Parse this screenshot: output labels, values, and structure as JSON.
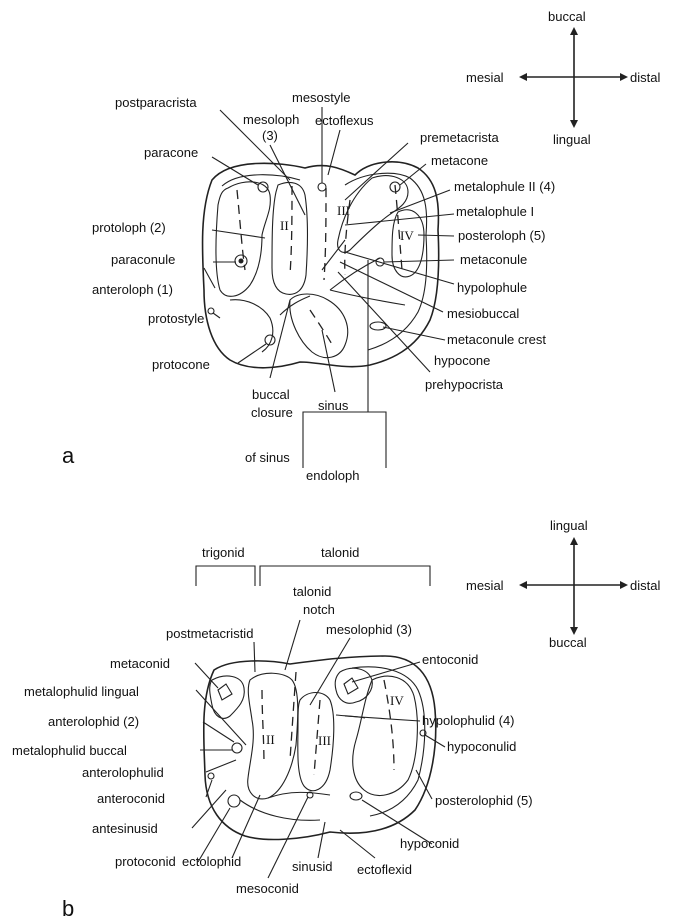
{
  "figure_a": {
    "panel_label": "a",
    "compass": {
      "top": "buccal",
      "left": "mesial",
      "right": "distal",
      "bottom": "lingual"
    },
    "roman": {
      "ii": "II",
      "iii": "III",
      "iv": "IV"
    },
    "labels": {
      "mesostyle": "mesostyle",
      "postparacrista": "postparacrista",
      "mesoloph_line1": "mesoloph",
      "mesoloph_line2": "(3)",
      "ectoflexus": "ectoflexus",
      "premetacrista": "premetacrista",
      "paracone": "paracone",
      "metacone": "metacone",
      "metalophule_ii": "metalophule II (4)",
      "metalophule_i": "metalophule I",
      "protoloph": "protoloph (2)",
      "posteroloph": "posteroloph (5)",
      "paraconule": "paraconule",
      "metaconule": "metaconule",
      "anteroloph": "anteroloph (1)",
      "hypolophule": "hypolophule",
      "protostyle": "protostyle",
      "mesiobuccal_line1": "mesiobuccal",
      "mesiobuccal_line2": "metaconule crest",
      "hypocone": "hypocone",
      "protocone": "protocone",
      "prehypocrista": "prehypocrista",
      "sinus": "sinus",
      "buccal_closure_line1": "buccal",
      "buccal_closure_line2": "closure",
      "buccal_closure_line3": "of sinus",
      "endoloph": "endoloph"
    }
  },
  "figure_b": {
    "panel_label": "b",
    "compass": {
      "top": "lingual",
      "left": "mesial",
      "right": "distal",
      "bottom": "buccal"
    },
    "roman": {
      "ii": "II",
      "iii": "III",
      "iv": "IV"
    },
    "labels": {
      "trigonid": "trigonid",
      "talonid": "talonid",
      "talonid_notch_line1": "talonid",
      "talonid_notch_line2": "notch",
      "postmetacristid": "postmetacristid",
      "mesolophid": "mesolophid (3)",
      "metaconid": "metaconid",
      "entoconid": "entoconid",
      "metalophulid_lingual": "metalophulid lingual",
      "anterolophid": "anterolophid (2)",
      "hypolophulid": "hypolophulid (4)",
      "metalophulid_buccal": "metalophulid buccal",
      "hypoconulid": "hypoconulid",
      "anterolophulid": "anterolophulid",
      "anteroconid": "anteroconid",
      "posterolophid": "posterolophid (5)",
      "antesinusid": "antesinusid",
      "hypoconid": "hypoconid",
      "protoconid": "protoconid",
      "ectolophid": "ectolophid",
      "sinusid": "sinusid",
      "ectoflexid": "ectoflexid",
      "mesoconid": "mesoconid"
    }
  }
}
